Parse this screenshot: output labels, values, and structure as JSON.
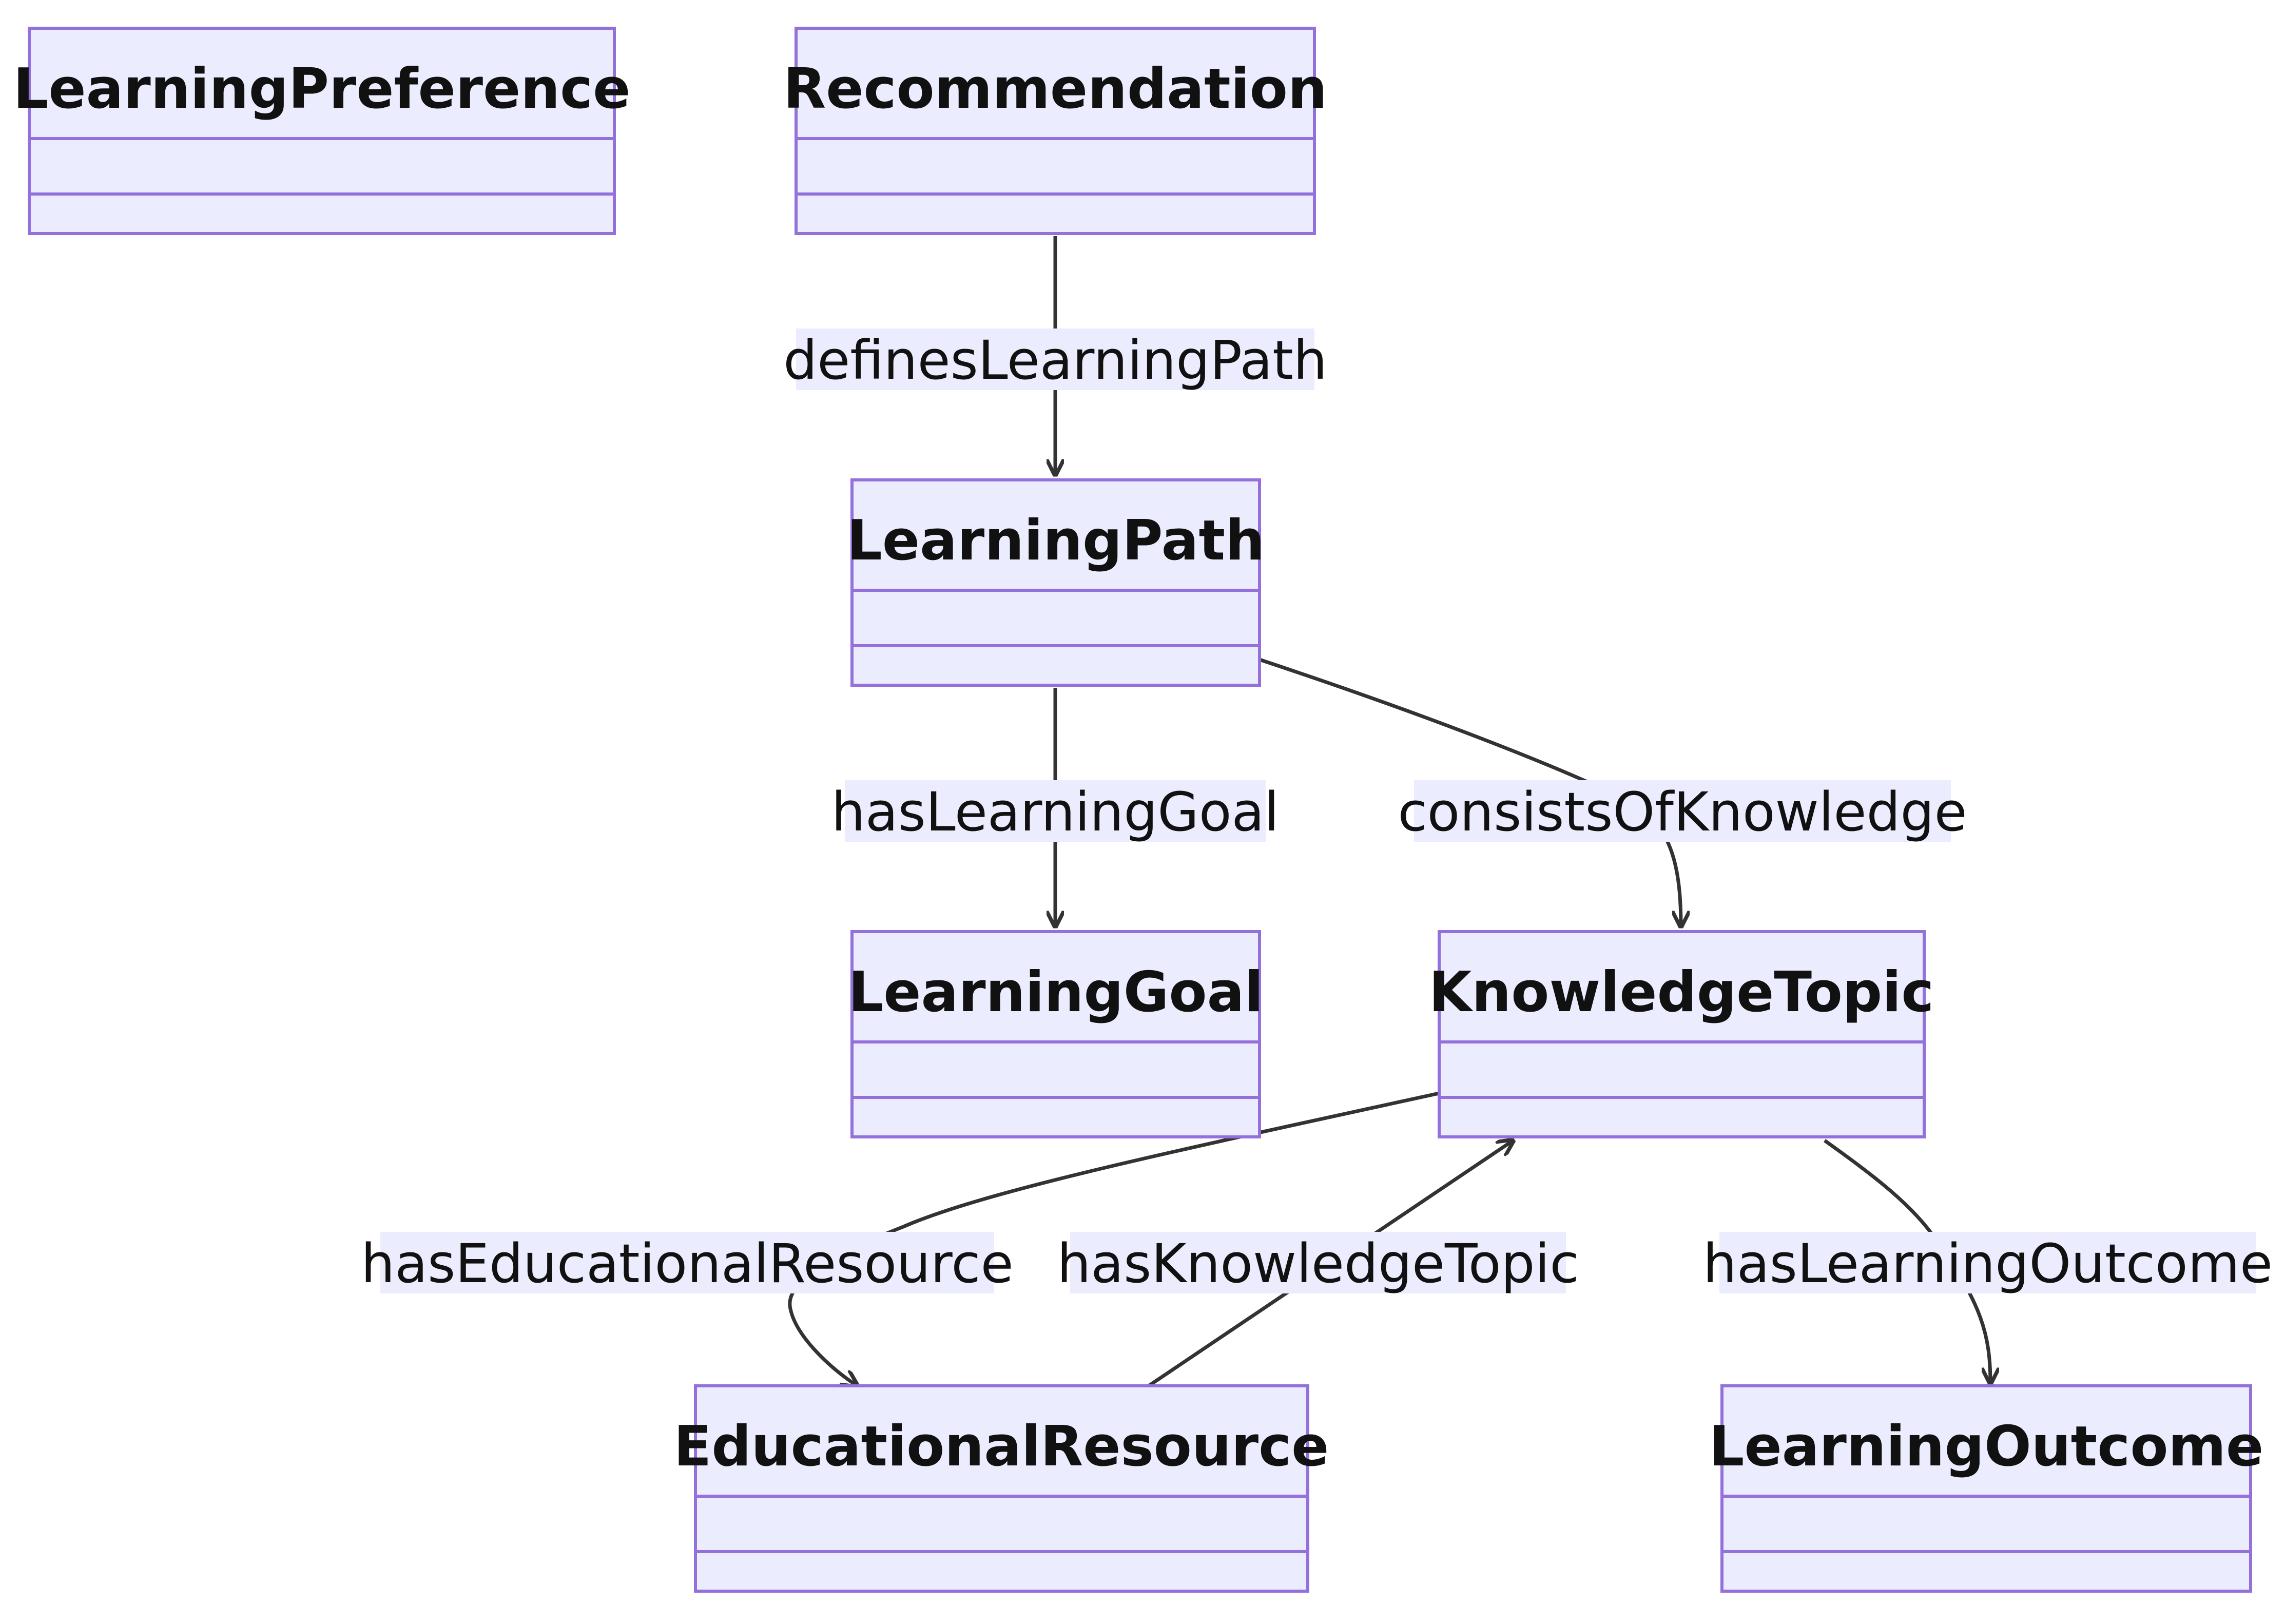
{
  "diagram": {
    "classes": {
      "learning_preference": "LearningPreference",
      "recommendation": "Recommendation",
      "learning_path": "LearningPath",
      "learning_goal": "LearningGoal",
      "knowledge_topic": "KnowledgeTopic",
      "educational_resource": "EducationalResource",
      "learning_outcome": "LearningOutcome"
    },
    "relations": {
      "defines_learning_path": "definesLearningPath",
      "has_learning_goal": "hasLearningGoal",
      "consists_of_knowledge": "consistsOfKnowledge",
      "has_educational_resource": "hasEducationalResource",
      "has_knowledge_topic": "hasKnowledgeTopic",
      "has_learning_outcome": "hasLearningOutcome"
    },
    "colors": {
      "box_fill": "#ECECFF",
      "box_stroke": "#9370DB",
      "edge": "#333333",
      "text": "#111111"
    }
  }
}
